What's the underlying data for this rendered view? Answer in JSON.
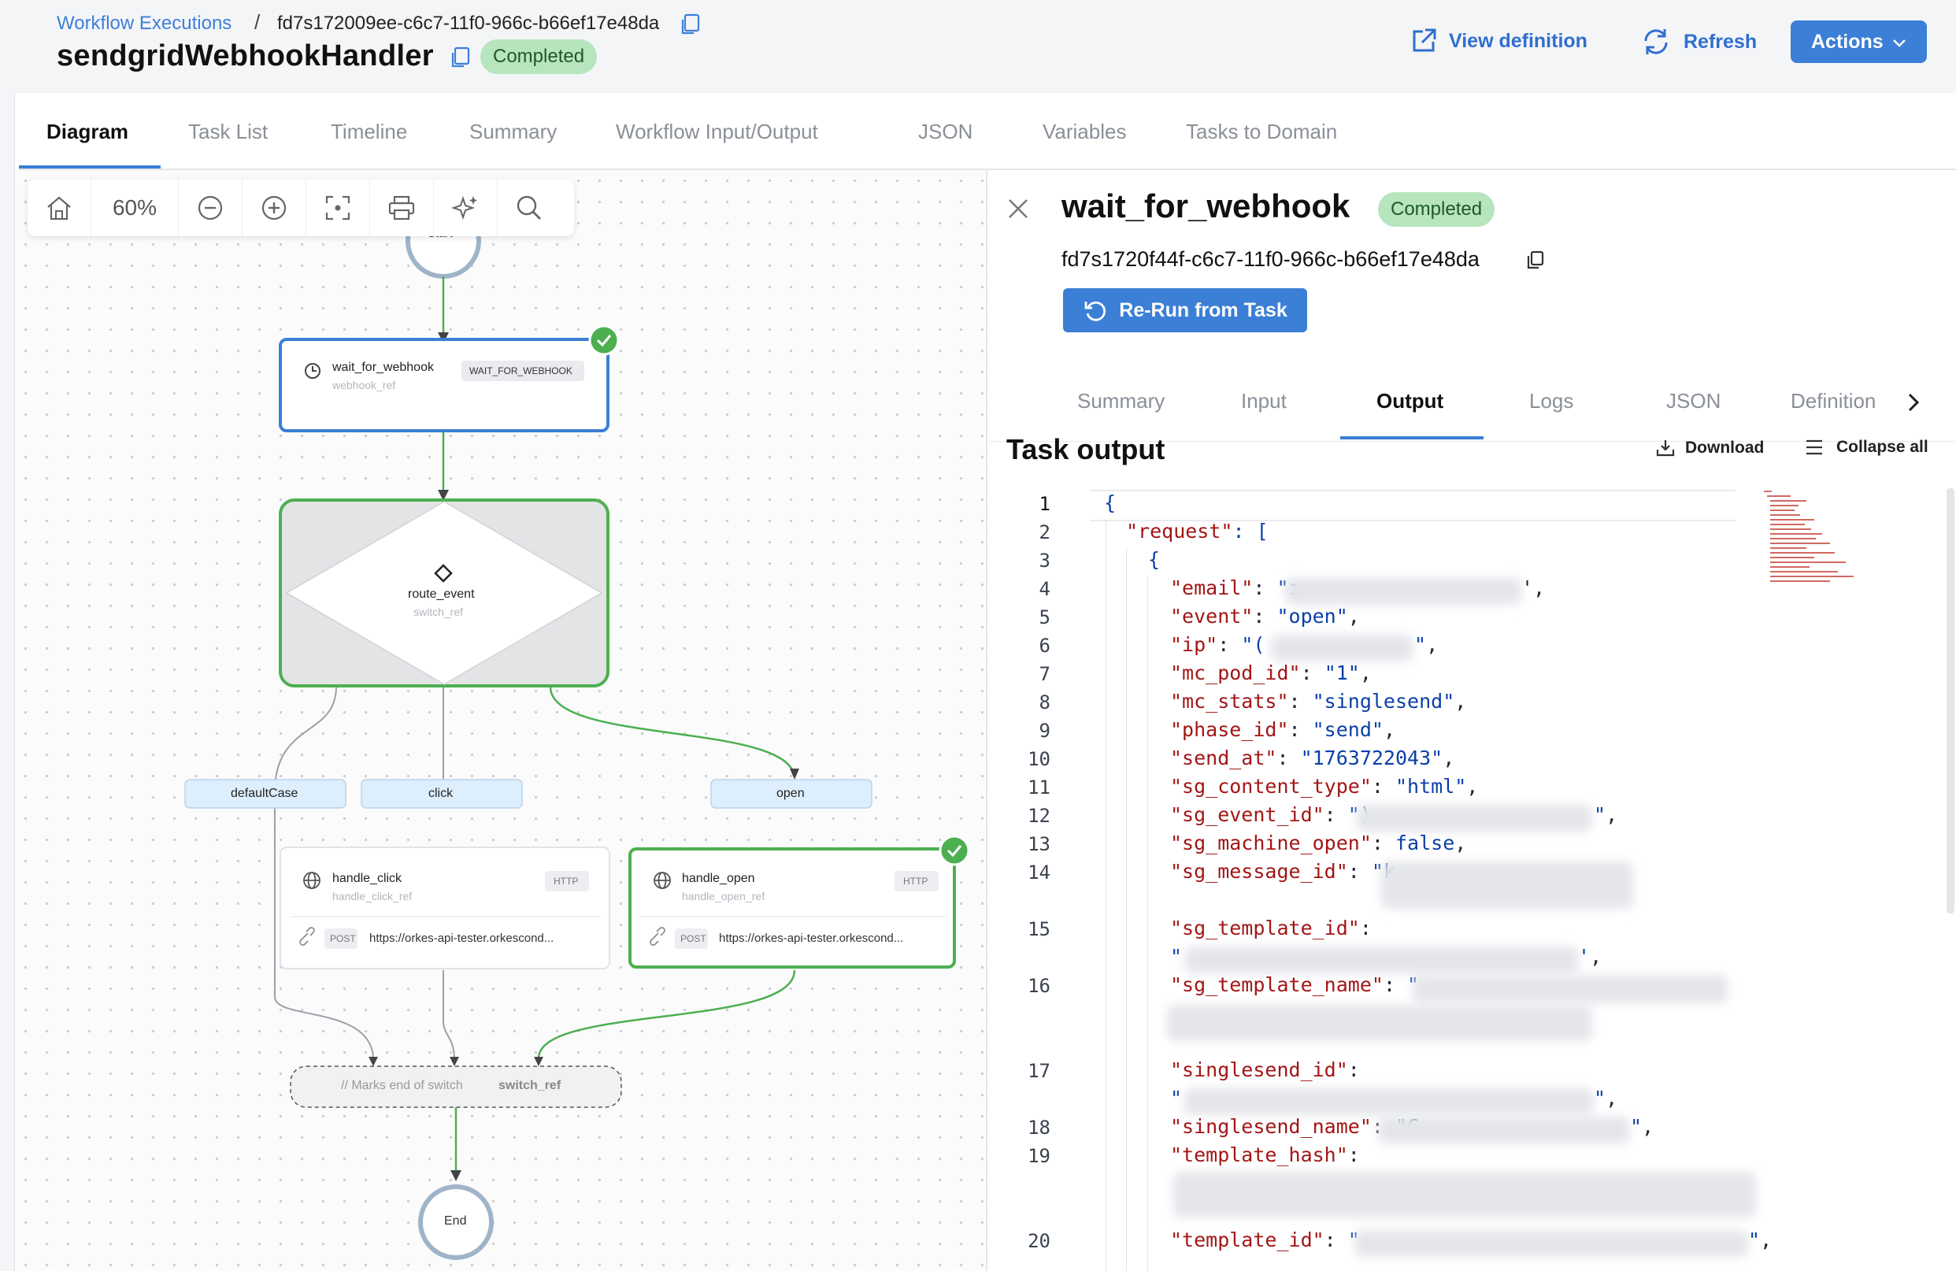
{
  "header": {
    "breadcrumb_link": "Workflow Executions",
    "breadcrumb_sep": "/",
    "execution_id": "fd7s172009ee-c6c7-11f0-966c-b66ef17e48da",
    "workflow_name": "sendgridWebhookHandler",
    "status": "Completed",
    "view_definition": "View definition",
    "refresh": "Refresh",
    "actions": "Actions"
  },
  "tabs": [
    "Diagram",
    "Task List",
    "Timeline",
    "Summary",
    "Workflow Input/Output",
    "JSON",
    "Variables",
    "Tasks to Domain"
  ],
  "toolbar": {
    "zoom": "60%"
  },
  "diagram": {
    "start": "Start",
    "end": "End",
    "wait_task": {
      "name": "wait_for_webhook",
      "ref": "webhook_ref",
      "type": "WAIT_FOR_WEBHOOK"
    },
    "switch_task": {
      "name": "route_event",
      "ref": "switch_ref"
    },
    "cases": [
      "defaultCase",
      "click",
      "open"
    ],
    "click_task": {
      "name": "handle_click",
      "ref": "handle_click_ref",
      "type": "HTTP",
      "method": "POST",
      "url": "https://orkes-api-tester.orkescond..."
    },
    "open_task": {
      "name": "handle_open",
      "ref": "handle_open_ref",
      "type": "HTTP",
      "method": "POST",
      "url": "https://orkes-api-tester.orkescond..."
    },
    "join_prefix": "// Marks end of switch",
    "join_ref": "switch_ref"
  },
  "panel": {
    "task_name": "wait_for_webhook",
    "status": "Completed",
    "task_id": "fd7s1720f44f-c6c7-11f0-966c-b66ef17e48da",
    "rerun": "Re-Run from Task",
    "subtabs": [
      "Summary",
      "Input",
      "Output",
      "Logs",
      "JSON",
      "Definition"
    ],
    "section_title": "Task output",
    "download": "Download",
    "collapse": "Collapse all"
  },
  "code": {
    "line_numbers": [
      "1",
      "2",
      "3",
      "4",
      "5",
      "6",
      "7",
      "8",
      "9",
      "10",
      "11",
      "12",
      "13",
      "14",
      "15",
      "16",
      "17",
      "18",
      "19",
      "20"
    ],
    "brace_open": "{",
    "request_key": "\"request\"",
    "request_tail": ": [",
    "obj_open": "{",
    "email_key": "\"email\"",
    "email_partial": "\"ı",
    "event_key": "\"event\"",
    "event_val": "\"open\"",
    "ip_key": "\"ip\"",
    "ip_partial": "\"(",
    "mc_pod_id_key": "\"mc_pod_id\"",
    "mc_pod_id_val": "\"1\"",
    "mc_stats_key": "\"mc_stats\"",
    "mc_stats_val": "\"singlesend\"",
    "phase_id_key": "\"phase_id\"",
    "phase_id_val": "\"send\"",
    "send_at_key": "\"send_at\"",
    "send_at_val": "\"1763722043\"",
    "sg_content_type_key": "\"sg_content_type\"",
    "sg_content_type_val": "\"html\"",
    "sg_event_id_key": "\"sg_event_id\"",
    "sg_event_id_partial": "\")",
    "sg_machine_open_key": "\"sg_machine_open\"",
    "sg_machine_open_val": "false",
    "sg_message_id_key": "\"sg_message_id\"",
    "sg_message_id_partial": "\"k",
    "sg_template_id_key": "\"sg_template_id\"",
    "sg_template_name_key": "\"sg_template_name\"",
    "singlesend_id_key": "\"singlesend_id\"",
    "singlesend_name_key": "\"singlesend_name\"",
    "singlesend_name_partial": "\"C",
    "template_hash_key": "\"template_hash\"",
    "template_id_key": "\"template_id\""
  }
}
